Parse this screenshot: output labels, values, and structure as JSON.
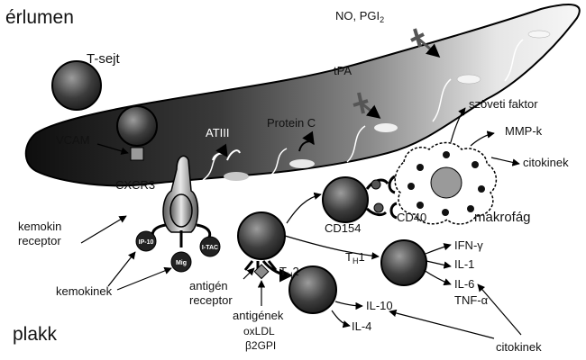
{
  "labels": {
    "erlumen": "érlumen",
    "plakk": "plakk",
    "t_sejt": "T-sejt",
    "no_pgi": "NO, PGI",
    "no_pgi_sub": "2",
    "tpa": "tPA",
    "szoveti_faktor": "szöveti faktor",
    "mmp": "MMP-k",
    "citokinek_top": "citokinek",
    "vcam": "VCAM",
    "atiii": "ATIII",
    "protein_c": "Protein C",
    "cxcr3": "CXCR3",
    "kemokin_receptor_1": "kemokin",
    "kemokin_receptor_2": "receptor",
    "kemokinek": "kemokinek",
    "cd154": "CD154",
    "cd40": "CD40",
    "makrofag": "makrofág",
    "th1": "T",
    "th1_sub": "H",
    "th1_num": "1",
    "th2": "T",
    "th2_sub": "H",
    "th2_num": "2",
    "ifn": "IFN-γ",
    "il1": "IL-1",
    "il6": "IL-6",
    "tnf": "TNF-α",
    "il10": "IL-10",
    "il4": "IL-4",
    "antigen_receptor_1": "antigén",
    "antigen_receptor_2": "receptor",
    "antigenek": "antigének",
    "oxldl": "oxLDL",
    "b2gpi": "β2GPI",
    "citokinek_bottom": "citokinek",
    "chemokine_ip10": "IP-10",
    "chemokine_mig": "Mig",
    "chemokine_itac": "I-TAC"
  },
  "colors": {
    "cell_dark": "#2b2b2b",
    "cell_light": "#9a9a9a",
    "vessel_dark": "#1a1a1a",
    "vessel_light": "#f2f2f2",
    "line": "#000000"
  }
}
